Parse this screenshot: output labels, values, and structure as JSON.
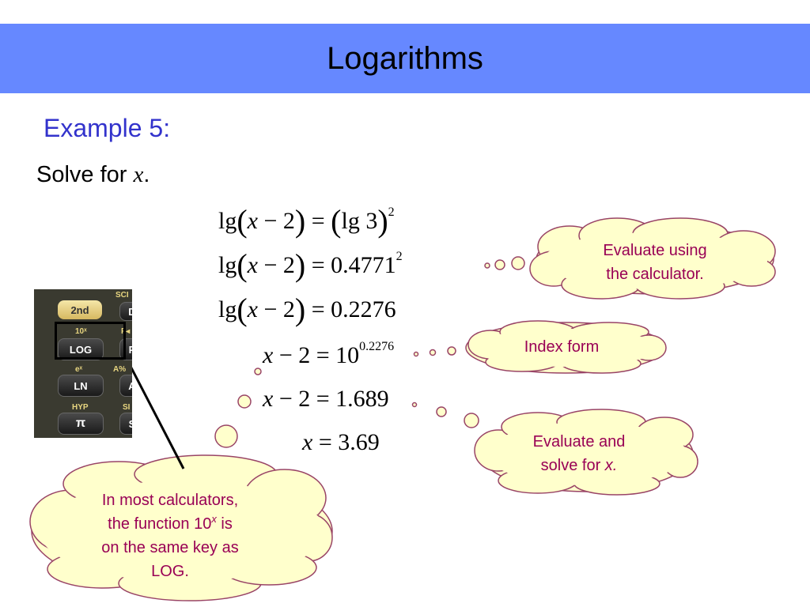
{
  "slide": {
    "title": "Logarithms",
    "example_label": "Example 5:",
    "instruction_prefix": "Solve for ",
    "instruction_var": "x",
    "instruction_suffix": "."
  },
  "equations": {
    "line1": {
      "lhs_fn": "lg",
      "lhs_var": "x",
      "lhs_rest": " − 2",
      "eq": " = ",
      "rhs_fn": "lg 3",
      "rhs_exp": "2"
    },
    "line2": {
      "lhs_fn": "lg",
      "lhs_var": "x",
      "lhs_rest": " − 2",
      "eq": " = ",
      "rhs": "0.4771",
      "rhs_exp": "2"
    },
    "line3": {
      "lhs_fn": "lg",
      "lhs_var": "x",
      "lhs_rest": " − 2",
      "eq": " = ",
      "rhs": "0.2276"
    },
    "line4": {
      "lhs_var": "x",
      "lhs_rest": " − 2 = ",
      "rhs": "10",
      "rhs_exp": "0.2276"
    },
    "line5": {
      "lhs_var": "x",
      "lhs_rest": " − 2 = ",
      "rhs": "1.689"
    },
    "line6": {
      "lhs_var": "x",
      "lhs_rest": " = ",
      "rhs": "3.69"
    }
  },
  "clouds": {
    "evaluate": {
      "line1": "Evaluate using",
      "line2": "the calculator."
    },
    "index": {
      "line1": "Index form"
    },
    "solve": {
      "line1": "Evaluate and",
      "line2_prefix": "solve for ",
      "line2_var": "x."
    },
    "calculator_note": {
      "line1": "In most calculators,",
      "line2_prefix": "the function 10",
      "line2_sup": "x",
      "line2_suffix": " is",
      "line3": "on the same key as",
      "line4": "LOG."
    }
  },
  "calculator": {
    "key_2nd": "2nd",
    "key_log": "LOG",
    "key_ln": "LN",
    "key_pi": "π",
    "label_10x": "10ˣ",
    "label_ex": "eˣ",
    "label_hyp": "HYP",
    "label_sci": "SCI",
    "label_f": "F◂",
    "label_a": "A%",
    "label_s": "SI",
    "key_d": "D",
    "key_p": "P",
    "key_a": "A",
    "key_s": "S"
  },
  "colors": {
    "title_bar": "#6688ff",
    "example_text": "#3333cc",
    "cloud_fill": "#ffffcc",
    "cloud_text": "#990055"
  }
}
